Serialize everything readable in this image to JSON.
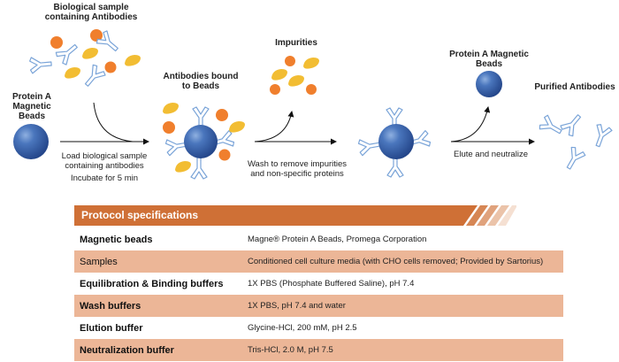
{
  "diagram": {
    "title_left": "Protein A Magnetic Beads",
    "step_labels": {
      "biological_sample": [
        "Biological sample",
        "containing Antibodies"
      ],
      "protein_a_beads": [
        "Protein A",
        "Magnetic",
        "Beads"
      ],
      "antibodies_bound": [
        "Antibodies bound",
        "to Beads"
      ],
      "impurities": "Impurities",
      "protein_a_beads_removed": [
        "Protein A Magnetic",
        "Beads"
      ],
      "purified_antibodies": "Purified Antibodies"
    },
    "arrow_captions": {
      "load": [
        "Load biological sample",
        "containing antibodies"
      ],
      "incubate": "Incubate for 5 min",
      "wash": [
        "Wash to remove impurities",
        "and non-specific proteins"
      ],
      "elute": "Elute and neutralize"
    },
    "colors": {
      "bead": "#3a66b0",
      "antibody_outline": "#7aa4d8",
      "impurity_orange": "#f07f2d",
      "impurity_yellow": "#f2bd33",
      "header_orange": "#cf7036",
      "row_shade": "#ecb697"
    }
  },
  "table": {
    "header": "Protocol specifications",
    "rows": [
      {
        "key": "Magnetic beads",
        "value": "Magne® Protein A Beads, Promega Corporation"
      },
      {
        "key": "Samples",
        "value": "Conditioned cell culture media (with CHO cells removed; Provided by Sartorius)"
      },
      {
        "key": "Equilibration & Binding buffers",
        "value": "1X PBS (Phosphate Buffered Saline), pH 7.4"
      },
      {
        "key": "Wash buffers",
        "value": "1X PBS, pH 7.4 and water"
      },
      {
        "key": "Elution buffer",
        "value": "Glycine-HCl, 200 mM, pH 2.5"
      },
      {
        "key": "Neutralization buffer",
        "value": "Tris-HCl, 2.0 M, pH 7.5"
      }
    ]
  }
}
